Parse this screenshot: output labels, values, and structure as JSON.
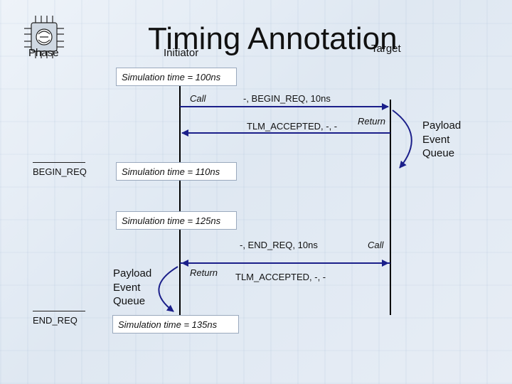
{
  "slide": {
    "title": "Timing Annotation",
    "header_phase": "Phase",
    "header_initiator": "Initiator",
    "header_target": "Target"
  },
  "time_markers": {
    "t100": "Simulation time = 100ns",
    "t110": "Simulation time = 110ns",
    "t125": "Simulation time = 125ns",
    "t135": "Simulation time = 135ns"
  },
  "messages": {
    "call_top": "Call",
    "begin_req_args": "-, BEGIN_REQ, 10ns",
    "tlm_accepted_top": "TLM_ACCEPTED, -, -",
    "return_top": "Return",
    "end_req_args": "-, END_REQ, 10ns",
    "call_bottom": "Call",
    "return_bottom": "Return",
    "tlm_accepted_bottom": "TLM_ACCEPTED, -, -"
  },
  "queues": {
    "target_queue": [
      "Payload",
      "Event",
      "Queue"
    ],
    "initiator_queue": [
      "Payload",
      "Event",
      "Queue"
    ]
  },
  "phases": {
    "begin_req": "BEGIN_REQ",
    "end_req": "END_REQ"
  },
  "colors": {
    "arrow": "#1b1f8a",
    "lifeline": "#000000",
    "box_border": "#9aa9bd"
  },
  "logo": {
    "icon": "chip-icon"
  }
}
